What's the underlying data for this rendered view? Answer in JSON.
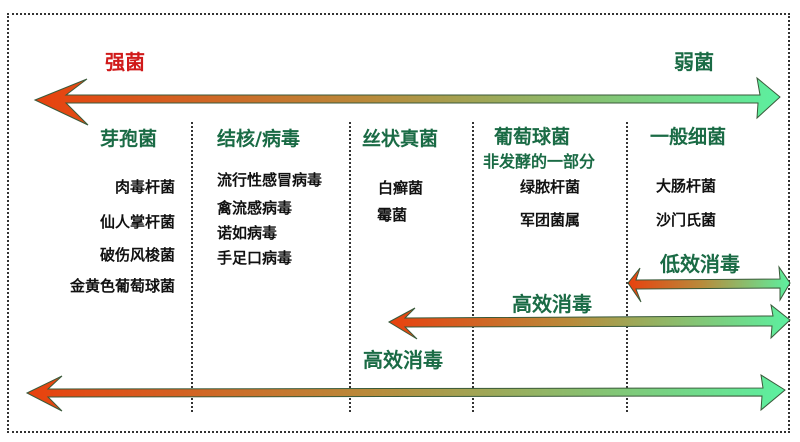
{
  "title_left": "强菌",
  "title_right": "弱菌",
  "columns": [
    {
      "heading": "芽孢菌",
      "items": [
        "肉毒杆菌",
        "仙人掌杆菌",
        "破伤风梭菌",
        "金黄色葡萄球菌"
      ]
    },
    {
      "heading": "结核/病毒",
      "items": [
        "流行性感冒病毒",
        "禽流感病毒",
        "诺如病毒",
        "手足口病毒"
      ]
    },
    {
      "heading": "丝状真菌",
      "items": [
        "白癣菌",
        "霉菌"
      ]
    },
    {
      "heading": "葡萄球菌",
      "subheading": "非发酵的一部分",
      "items": [
        "绿脓杆菌",
        "军团菌属"
      ]
    },
    {
      "heading": "一般细菌",
      "items": [
        "大肠杆菌",
        "沙门氏菌"
      ]
    }
  ],
  "disinfection": {
    "low": "低效消毒",
    "high_mid": "高效消毒",
    "high_low": "高效消毒"
  },
  "colors": {
    "strong": "#e8410e",
    "weak": "#5cf0a0",
    "heading_green": "#1a6b45",
    "strong_label_red": "#d01a1a"
  }
}
